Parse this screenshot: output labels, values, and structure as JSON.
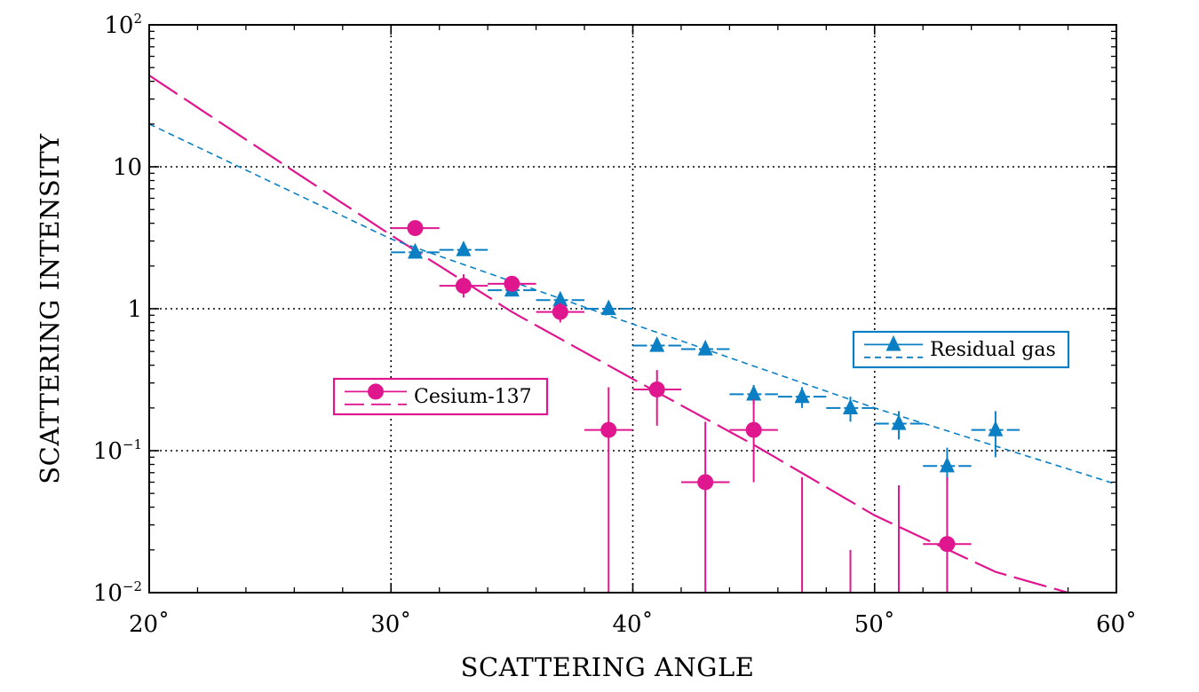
{
  "chart_data": {
    "type": "scatter",
    "xlabel": "SCATTERING ANGLE",
    "ylabel": "SCATTERING INTENSITY",
    "xlim": [
      20,
      60
    ],
    "ylim": [
      0.01,
      100
    ],
    "yscale": "log",
    "grid": true,
    "x_ticks": [
      {
        "value": 20,
        "label": "20˚"
      },
      {
        "value": 30,
        "label": "30˚"
      },
      {
        "value": 40,
        "label": "40˚"
      },
      {
        "value": 50,
        "label": "50˚"
      },
      {
        "value": 60,
        "label": "60˚"
      }
    ],
    "y_ticks": [
      {
        "value": 0.01,
        "base": "10",
        "exp": "−2"
      },
      {
        "value": 0.1,
        "base": "10",
        "exp": "−1"
      },
      {
        "value": 1,
        "base": "1",
        "exp": ""
      },
      {
        "value": 10,
        "base": "10",
        "exp": ""
      },
      {
        "value": 100,
        "base": "10",
        "exp": "2"
      }
    ],
    "series": [
      {
        "name": "Cesium-137",
        "color": "#e0168f",
        "marker": "circle",
        "points": [
          {
            "x": 31,
            "y": 3.7,
            "xerr": 1,
            "ylo": 3.5,
            "yhi": 3.9
          },
          {
            "x": 33,
            "y": 1.45,
            "xerr": 1,
            "ylo": 1.2,
            "yhi": 1.75
          },
          {
            "x": 35,
            "y": 1.5,
            "xerr": 1,
            "ylo": 1.35,
            "yhi": 1.65
          },
          {
            "x": 37,
            "y": 0.95,
            "xerr": 1,
            "ylo": 0.8,
            "yhi": 1.1
          },
          {
            "x": 39,
            "y": 0.14,
            "xerr": 1,
            "ylo": 0.01,
            "yhi": 0.28
          },
          {
            "x": 41,
            "y": 0.27,
            "xerr": 1,
            "ylo": 0.15,
            "yhi": 0.37
          },
          {
            "x": 43,
            "y": 0.06,
            "xerr": 1,
            "ylo": 0.01,
            "yhi": 0.16
          },
          {
            "x": 45,
            "y": 0.14,
            "xerr": 1,
            "ylo": 0.06,
            "yhi": 0.23
          },
          {
            "x": 53,
            "y": 0.022,
            "xerr": 1,
            "ylo": 0.01,
            "yhi": 0.065
          }
        ],
        "upper_limits": [
          {
            "x": 47,
            "yhi": 0.065
          },
          {
            "x": 49,
            "yhi": 0.02
          },
          {
            "x": 51,
            "yhi": 0.057
          }
        ],
        "fit": {
          "style": "long-dash",
          "points": [
            {
              "x": 20,
              "y": 44
            },
            {
              "x": 25,
              "y": 12
            },
            {
              "x": 30,
              "y": 3.3
            },
            {
              "x": 35,
              "y": 0.95
            },
            {
              "x": 40,
              "y": 0.32
            },
            {
              "x": 45,
              "y": 0.11
            },
            {
              "x": 50,
              "y": 0.035
            },
            {
              "x": 55,
              "y": 0.014
            },
            {
              "x": 58,
              "y": 0.01
            }
          ]
        }
      },
      {
        "name": "Residual gas",
        "color": "#0a7fc4",
        "marker": "triangle",
        "points": [
          {
            "x": 31,
            "y": 2.5,
            "xerr": 1,
            "ylo": 2.3,
            "yhi": 2.7
          },
          {
            "x": 33,
            "y": 2.6,
            "xerr": 1,
            "ylo": 2.4,
            "yhi": 2.8
          },
          {
            "x": 35,
            "y": 1.35,
            "xerr": 1,
            "ylo": 1.25,
            "yhi": 1.45
          },
          {
            "x": 37,
            "y": 1.15,
            "xerr": 1,
            "ylo": 1.07,
            "yhi": 1.23
          },
          {
            "x": 39,
            "y": 1.0,
            "xerr": 1,
            "ylo": 0.94,
            "yhi": 1.06
          },
          {
            "x": 41,
            "y": 0.55,
            "xerr": 1,
            "ylo": 0.5,
            "yhi": 0.6
          },
          {
            "x": 43,
            "y": 0.52,
            "xerr": 1,
            "ylo": 0.48,
            "yhi": 0.56
          },
          {
            "x": 45,
            "y": 0.25,
            "xerr": 1,
            "ylo": 0.21,
            "yhi": 0.29
          },
          {
            "x": 47,
            "y": 0.24,
            "xerr": 1,
            "ylo": 0.2,
            "yhi": 0.28
          },
          {
            "x": 49,
            "y": 0.2,
            "xerr": 1,
            "ylo": 0.16,
            "yhi": 0.24
          },
          {
            "x": 51,
            "y": 0.155,
            "xerr": 1,
            "ylo": 0.12,
            "yhi": 0.19
          },
          {
            "x": 53,
            "y": 0.078,
            "xerr": 1,
            "ylo": 0.06,
            "yhi": 0.105
          },
          {
            "x": 55,
            "y": 0.14,
            "xerr": 1,
            "ylo": 0.09,
            "yhi": 0.19
          }
        ],
        "fit": {
          "style": "short-dash",
          "points": [
            {
              "x": 20,
              "y": 20
            },
            {
              "x": 30,
              "y": 3.1
            },
            {
              "x": 40,
              "y": 0.78
            },
            {
              "x": 50,
              "y": 0.2
            },
            {
              "x": 60,
              "y": 0.058
            }
          ]
        }
      }
    ],
    "legends": [
      {
        "series": "Cesium-137",
        "placement": "center-left"
      },
      {
        "series": "Residual gas",
        "placement": "middle-right"
      }
    ]
  }
}
